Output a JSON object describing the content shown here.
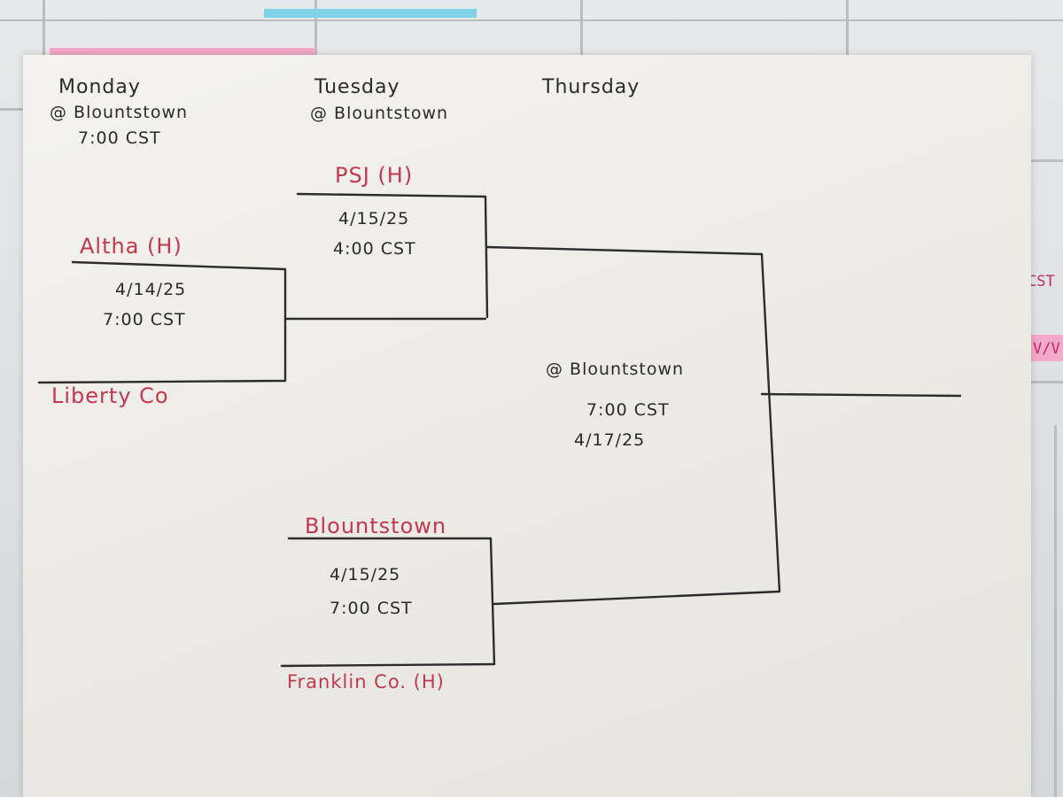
{
  "headers": {
    "monday": {
      "day": "Monday",
      "venue": "@ Blountstown",
      "time": "7:00 CST"
    },
    "tuesday": {
      "day": "Tuesday",
      "venue": "@ Blountstown"
    },
    "thursday": {
      "day": "Thursday"
    }
  },
  "matches": {
    "monday": {
      "home_team": "Altha (H)",
      "date": "4/14/25",
      "time": "7:00 CST",
      "away_team": "Liberty Co"
    },
    "tuesday_top": {
      "home_team": "PSJ (H)",
      "date": "4/15/25",
      "time": "4:00 CST"
    },
    "tuesday_bottom": {
      "home_team": "Blountstown",
      "date": "4/15/25",
      "time": "7:00 CST",
      "away_team": "Franklin Co. (H)"
    },
    "thursday": {
      "venue": "@ Blountstown",
      "time": "7:00 CST",
      "date": "4/17/25"
    }
  },
  "background_edge_text": {
    "cst": "CST",
    "vv": "V/V"
  },
  "colors": {
    "paper": "#f0efea",
    "ink": "#2a2a2a",
    "red_ink": "#c3384f",
    "pink_tab": "#f3a9c9",
    "blue_tab": "#7fd3e6"
  }
}
